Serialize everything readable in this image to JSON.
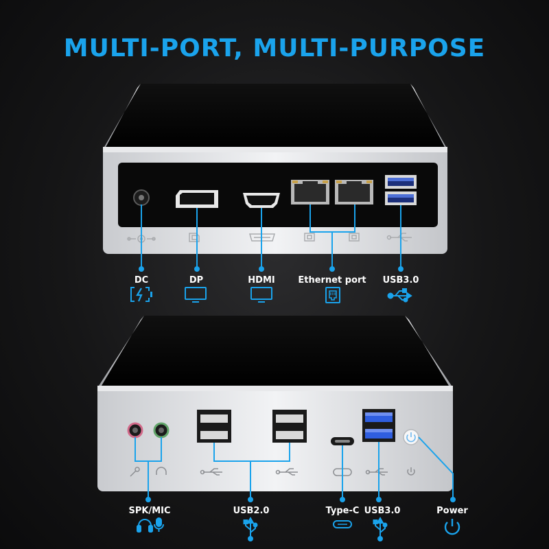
{
  "headline": "MULTI-PORT, MULTI-PURPOSE",
  "accent_color": "#1aa3ec",
  "rear_panel": {
    "labels": {
      "dc": "DC",
      "dp": "DP",
      "hdmi": "HDMI",
      "ethernet": "Ethernet port",
      "usb3": "USB3.0"
    },
    "icons": [
      "charging-battery-icon",
      "monitor-icon",
      "monitor-icon",
      "ethernet-icon",
      "usb-icon"
    ]
  },
  "front_panel": {
    "labels": {
      "spk_mic": "SPK/MIC",
      "usb2": "USB2.0",
      "type_c": "Type-C",
      "usb3": "USB3.0",
      "power": "Power"
    },
    "icons": [
      "headphones-icon",
      "microphone-icon",
      "usb-icon",
      "usb-c-icon",
      "usb-icon",
      "power-icon"
    ]
  }
}
